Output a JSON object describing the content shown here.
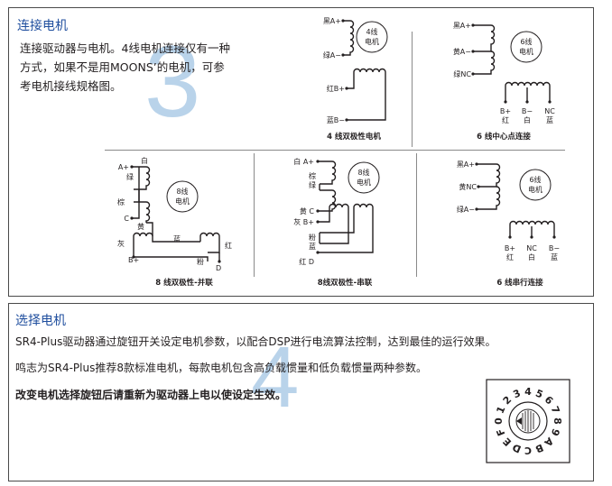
{
  "connect": {
    "title": "连接电机",
    "bignum": "3",
    "para": [
      "连接驱动器与电机。4线电机连接仅有一种",
      "方式，如果不是用MOONS’的电机，可参",
      "考电机接线规格图。"
    ]
  },
  "d4": {
    "labels": [
      "黑A+",
      "绿A−",
      "红B+",
      "蓝B−"
    ],
    "motor": [
      "4线",
      "电机"
    ],
    "caption": "4 线双极性电机"
  },
  "d6c": {
    "labels": [
      "黑A+",
      "黄A−",
      "绿NC",
      "B+",
      "红",
      "B−",
      "白",
      "NC",
      "蓝"
    ],
    "motor": [
      "6线",
      "电机"
    ],
    "caption": "6 线中心点连接"
  },
  "d8p": {
    "labels": [
      "A+",
      "白",
      "绿",
      "棕",
      "C",
      "黄",
      "灰",
      "蓝",
      "红",
      "B+",
      "粉",
      "D"
    ],
    "motor": [
      "8线",
      "电机"
    ],
    "caption": "8 线双极性-并联"
  },
  "d8s": {
    "labels": [
      "白 A+",
      "棕",
      "绿",
      "黄 C",
      "灰 B+",
      "粉",
      "蓝",
      "红 D"
    ],
    "motor": [
      "8线",
      "电机"
    ],
    "caption": "8线双极性-串联"
  },
  "d6s": {
    "labels": [
      "黑A+",
      "黄NC",
      "绿A−",
      "B+",
      "红",
      "NC",
      "白",
      "B−",
      "蓝"
    ],
    "motor": [
      "6线",
      "电机"
    ],
    "caption": "6 线串行连接"
  },
  "select": {
    "title": "选择电机",
    "bignum": "4",
    "para1": "SR4-Plus驱动器通过旋钮开关设定电机参数，以配合DSP进行电流算法控制，达到最佳的运行效果。",
    "para2": "鸣志为SR4-Plus推荐8款标准电机，每款电机包含高负载惯量和低负载惯量两种参数。",
    "para3": "改变电机选择旋钮后请重新为驱动器上电以使设定生效。"
  },
  "dial": {
    "digits": [
      "0",
      "1",
      "2",
      "3",
      "4",
      "5",
      "6",
      "7",
      "8",
      "9",
      "A",
      "B",
      "C",
      "D",
      "E",
      "F"
    ]
  }
}
